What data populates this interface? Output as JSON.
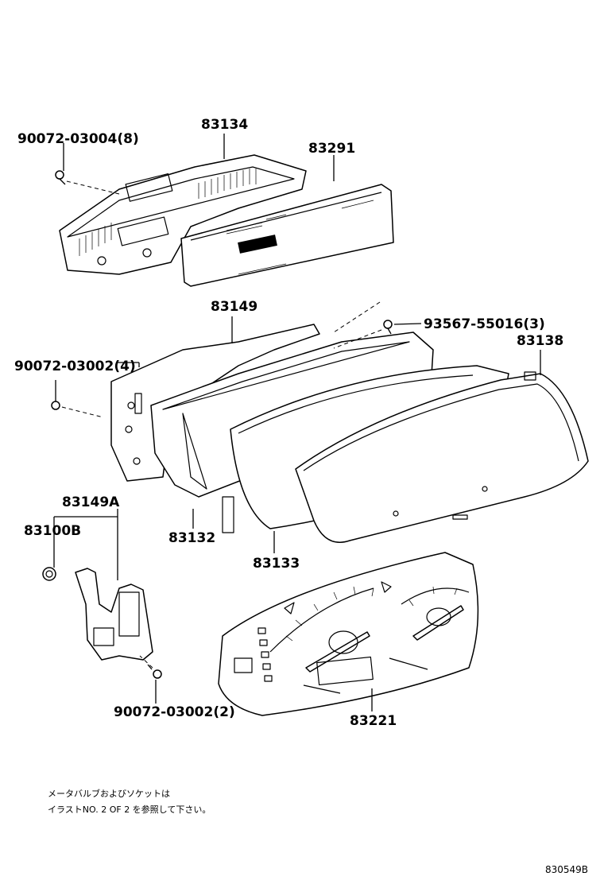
{
  "labels": {
    "p90072_03004": "90072-03004(8)",
    "p83134": "83134",
    "p83291": "83291",
    "p83149": "83149",
    "p93567_55016": "93567-55016(3)",
    "p83138": "83138",
    "p90072_03002_4": "90072-03002(4)",
    "p83149a": "83149A",
    "p83100b": "83100B",
    "p83132": "83132",
    "p83133": "83133",
    "p90072_03002_2": "90072-03002(2)",
    "p83221": "83221"
  },
  "note": {
    "line1": "メータバルブおよびソケットは",
    "line2": "イラストNO. 2 OF 2 を参照して下さい。"
  },
  "figure_id": "830549B"
}
